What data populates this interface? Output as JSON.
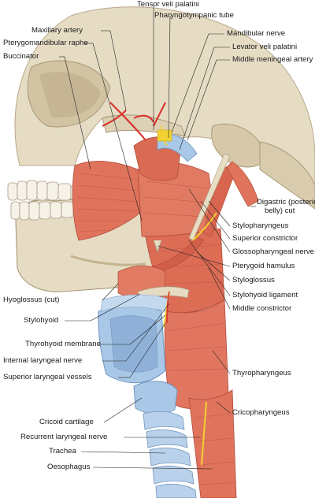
{
  "labels_top": {
    "tensor_veli_palatini": "Tensor veli palatini",
    "pharyngotympanic_tube": "Pharyngotympanic tube"
  },
  "labels_left": {
    "maxillary_artery": "Maxillary artery",
    "pterygomandibular_raphe": "Pterygomandibular raphe",
    "buccinator": "Buccinator",
    "hyoglossus_cut": "Hyoglossus (cut)",
    "stylohyoid": "Stylohyoid",
    "thyrohyoid_membrane": "Thyrohyoid membrane",
    "internal_laryngeal_nerve": "Internal laryngeal nerve",
    "superior_laryngeal_vessels": "Superior laryngeal vessels",
    "cricoid_cartilage": "Cricoid cartilage",
    "recurrent_laryngeal_nerve": "Recurrent laryngeal nerve",
    "trachea": "Trachea",
    "oesophagus": "Oesophagus"
  },
  "labels_right": {
    "mandibular_nerve": "Mandibular nerve",
    "levator_veli_palatini": "Levator veli palatini",
    "middle_meningeal_artery": "Middle meningeal artery",
    "digastric_line1": "Digastric (posterior",
    "digastric_line2": "belly) cut",
    "stylopharyngeus": "Stylopharyngeus",
    "superior_constrictor": "Superior constrictor",
    "glossopharyngeal_nerve": "Glossopharyngeal nerve",
    "pterygoid_hamulus": "Pterygoid hamulus",
    "styloglossus": "Styloglossus",
    "stylohyoid_ligament": "Stylohyoid ligament",
    "middle_constrictor": "Middle constrictor",
    "thyropharyngeus": "Thyropharyngeus",
    "cricopharyngeus": "Cricopharyngeus"
  },
  "colors": {
    "bone": "#e6dcc4",
    "bone_shadow": "#b7a98a",
    "muscle": "#e0735b",
    "muscle_dark": "#c2533f",
    "cartilage": "#a9c7e6",
    "cartilage_dark": "#6f95bf",
    "nerve": "#f2d232",
    "artery": "#d8302a"
  }
}
